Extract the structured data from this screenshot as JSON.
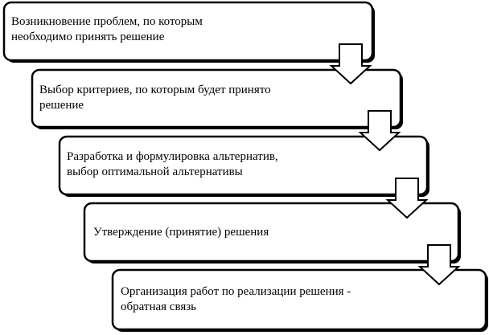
{
  "steps": [
    {
      "line1": "Возникновение проблем, по которым",
      "line2": "необходимо принять решение"
    },
    {
      "line1": "Выбор критериев, по которым будет принято",
      "line2": "решение"
    },
    {
      "line1": "Разработка и формулировка альтернатив,",
      "line2": "выбор оптимальной альтернативы"
    },
    {
      "line1": "Утверждение (принятие) решения",
      "line2": ""
    },
    {
      "line1": "Организация работ по реализации решения -",
      "line2": "обратная связь"
    }
  ],
  "colors": {
    "stroke": "#000000",
    "fill": "#ffffff",
    "shadow": "#9a9a9a"
  }
}
